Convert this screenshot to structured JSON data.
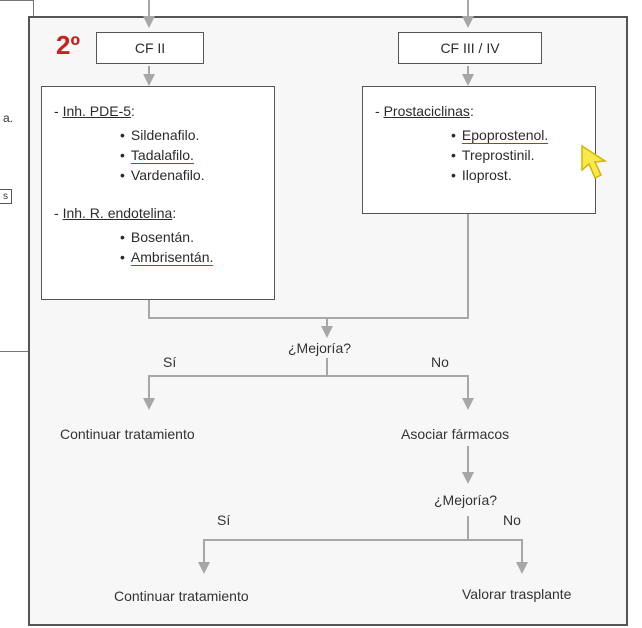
{
  "left_panel": {
    "snippet_1": "a.",
    "snippet_2": "s"
  },
  "step_label": "2º",
  "cf_left": "CF II",
  "cf_right": "CF III / IV",
  "left_box": {
    "group1_title": "Inh. PDE-5",
    "group1_drugs": [
      "Sildenafilo.",
      "Tadalafilo.",
      "Vardenafilo."
    ],
    "group2_title": "Inh. R. endotelina",
    "group2_drugs": [
      "Bosentán.",
      "Ambrisentán."
    ]
  },
  "right_box": {
    "group_title": "Prostaciclinas",
    "drugs": [
      "Epoprostenol.",
      "Treprostinil.",
      "Iloprost."
    ]
  },
  "decision1": {
    "question": "¿Mejoría?",
    "yes": "Sí",
    "no": "No"
  },
  "yes_outcome1": "Continuar tratamiento",
  "no_outcome1": "Asociar fármacos",
  "decision2": {
    "question": "¿Mejoría?",
    "yes": "Sí",
    "no": "No"
  },
  "yes_outcome2": "Continuar tratamiento",
  "no_outcome2": "Valorar trasplante",
  "colors": {
    "accent_red": "#c7221b",
    "underline_red": "#d2262a",
    "arrow_gray": "#a7a7a7",
    "pointer_yellow": "#f6e94a"
  }
}
